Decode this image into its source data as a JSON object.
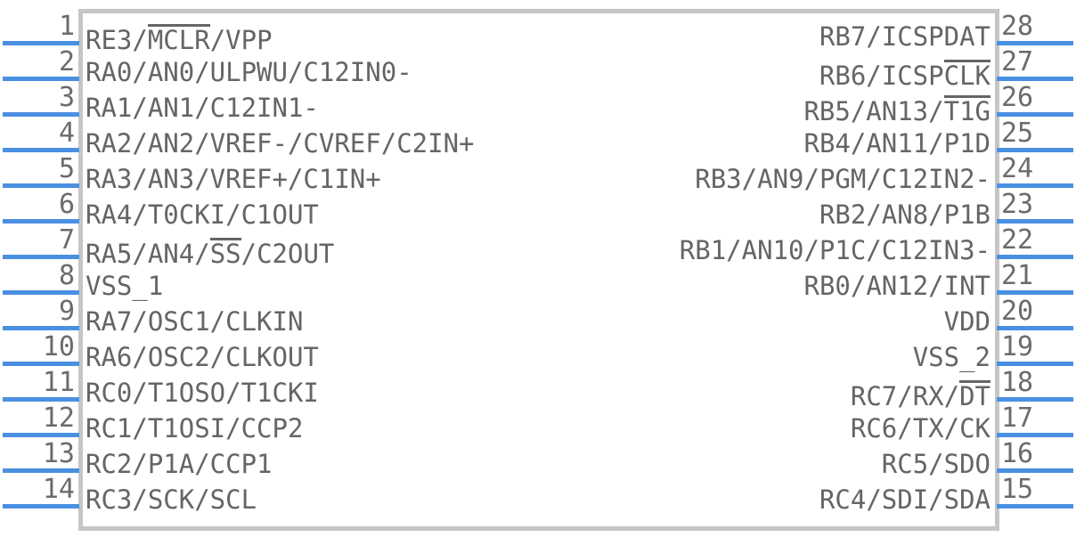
{
  "diagram": {
    "kind": "ic-pinout",
    "package_pin_count": 28,
    "colors": {
      "pin_line": "#4a90e2",
      "body_border": "#c6c6c6",
      "text": "#656565",
      "pin_number": "#6b6b6b",
      "background": "#ffffff"
    }
  },
  "pins": {
    "left": [
      {
        "number": "1",
        "label": "RE3/MCLR/VPP",
        "overline": "MCLR"
      },
      {
        "number": "2",
        "label": "RA0/AN0/ULPWU/C12IN0-",
        "overline": ""
      },
      {
        "number": "3",
        "label": "RA1/AN1/C12IN1-",
        "overline": ""
      },
      {
        "number": "4",
        "label": "RA2/AN2/VREF-/CVREF/C2IN+",
        "overline": ""
      },
      {
        "number": "5",
        "label": "RA3/AN3/VREF+/C1IN+",
        "overline": ""
      },
      {
        "number": "6",
        "label": "RA4/T0CKI/C1OUT",
        "overline": ""
      },
      {
        "number": "7",
        "label": "RA5/AN4/SS/C2OUT",
        "overline": "SS"
      },
      {
        "number": "8",
        "label": "VSS_1",
        "overline": ""
      },
      {
        "number": "9",
        "label": "RA7/OSC1/CLKIN",
        "overline": ""
      },
      {
        "number": "10",
        "label": "RA6/OSC2/CLKOUT",
        "overline": ""
      },
      {
        "number": "11",
        "label": "RC0/T1OSO/T1CKI",
        "overline": ""
      },
      {
        "number": "12",
        "label": "RC1/T1OSI/CCP2",
        "overline": ""
      },
      {
        "number": "13",
        "label": "RC2/P1A/CCP1",
        "overline": ""
      },
      {
        "number": "14",
        "label": "RC3/SCK/SCL",
        "overline": ""
      }
    ],
    "right": [
      {
        "number": "28",
        "label": "RB7/ICSPDAT",
        "overline": ""
      },
      {
        "number": "27",
        "label": "RB6/ICSPCLK",
        "overline": "CLK"
      },
      {
        "number": "26",
        "label": "RB5/AN13/T1G",
        "overline": "T1G"
      },
      {
        "number": "25",
        "label": "RB4/AN11/P1D",
        "overline": ""
      },
      {
        "number": "24",
        "label": "RB3/AN9/PGM/C12IN2-",
        "overline": ""
      },
      {
        "number": "23",
        "label": "RB2/AN8/P1B",
        "overline": ""
      },
      {
        "number": "22",
        "label": "RB1/AN10/P1C/C12IN3-",
        "overline": ""
      },
      {
        "number": "21",
        "label": "RB0/AN12/INT",
        "overline": ""
      },
      {
        "number": "20",
        "label": "VDD",
        "overline": ""
      },
      {
        "number": "19",
        "label": "VSS_2",
        "overline": ""
      },
      {
        "number": "18",
        "label": "RC7/RX/DT",
        "overline": "DT"
      },
      {
        "number": "17",
        "label": "RC6/TX/CK",
        "overline": ""
      },
      {
        "number": "16",
        "label": "RC5/SDO",
        "overline": ""
      },
      {
        "number": "15",
        "label": "RC4/SDI/SDA",
        "overline": ""
      }
    ]
  }
}
